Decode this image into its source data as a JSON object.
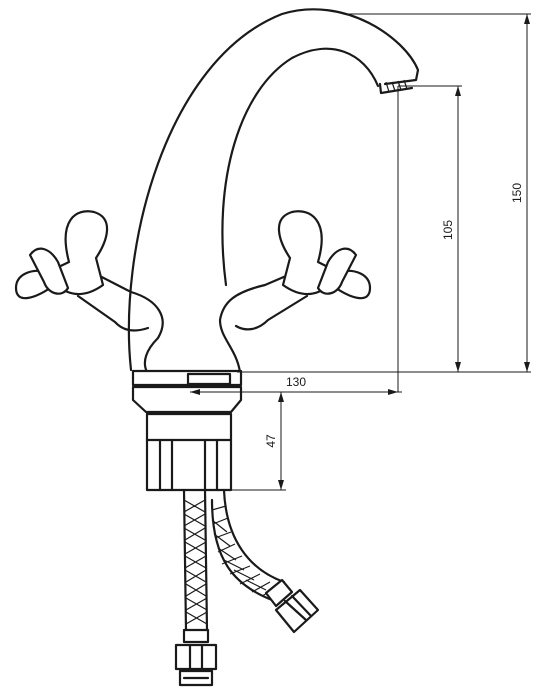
{
  "dimensions": {
    "total_height": "150",
    "spout_height": "105",
    "spout_reach": "130",
    "base_height": "47"
  }
}
